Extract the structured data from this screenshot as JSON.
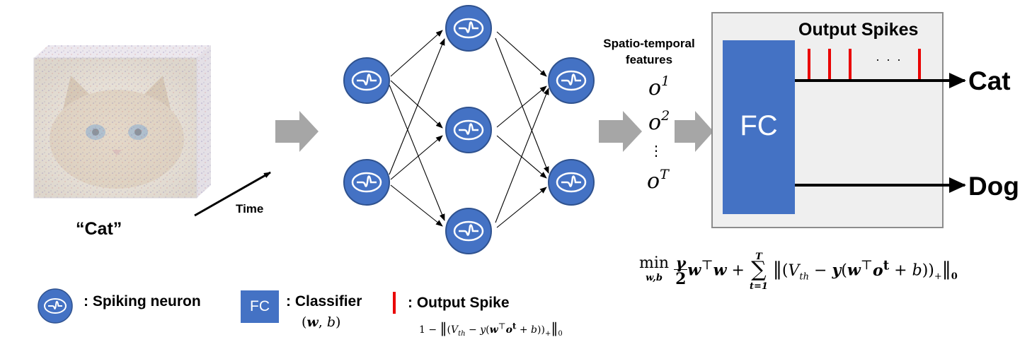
{
  "input": {
    "caption": "“Cat”",
    "time_label": "Time"
  },
  "network": {
    "layers": [
      2,
      3,
      2
    ]
  },
  "features": {
    "title_line1": "Spatio-temporal",
    "title_line2": "features",
    "terms": [
      {
        "base": "o",
        "sup": "1"
      },
      {
        "base": "o",
        "sup": "2"
      },
      {
        "base": "⋮",
        "sup": ""
      },
      {
        "base": "o",
        "sup": "T"
      }
    ]
  },
  "classifier": {
    "fc_label": "FC",
    "output_spikes_title": "Output Spikes",
    "ellipsis": "· · ·",
    "classes": [
      "Cat",
      "Dog"
    ]
  },
  "formula": {
    "min": "min",
    "min_sub": "w,b",
    "body": "γ/2 wᵀw + Σ_{t=1}^{T} ‖(V_th − y(wᵀoᵗ + b))₊‖₀"
  },
  "legend": {
    "neuron_text": ": Spiking neuron",
    "fc_text": "FC",
    "classifier_text": ": Classifier",
    "classifier_params": "(w, b)",
    "spike_text": ": Output Spike",
    "spike_formula": "1 − ‖(V_th − y(wᵀoᵗ + b))₊‖₀"
  },
  "colors": {
    "neuron_fill": "#4472c4",
    "neuron_stroke": "#2f528f",
    "fc_fill": "#4472c4",
    "spike": "#ea0000",
    "arrow_gray": "#a6a6a6",
    "box_bg": "#efefef"
  }
}
